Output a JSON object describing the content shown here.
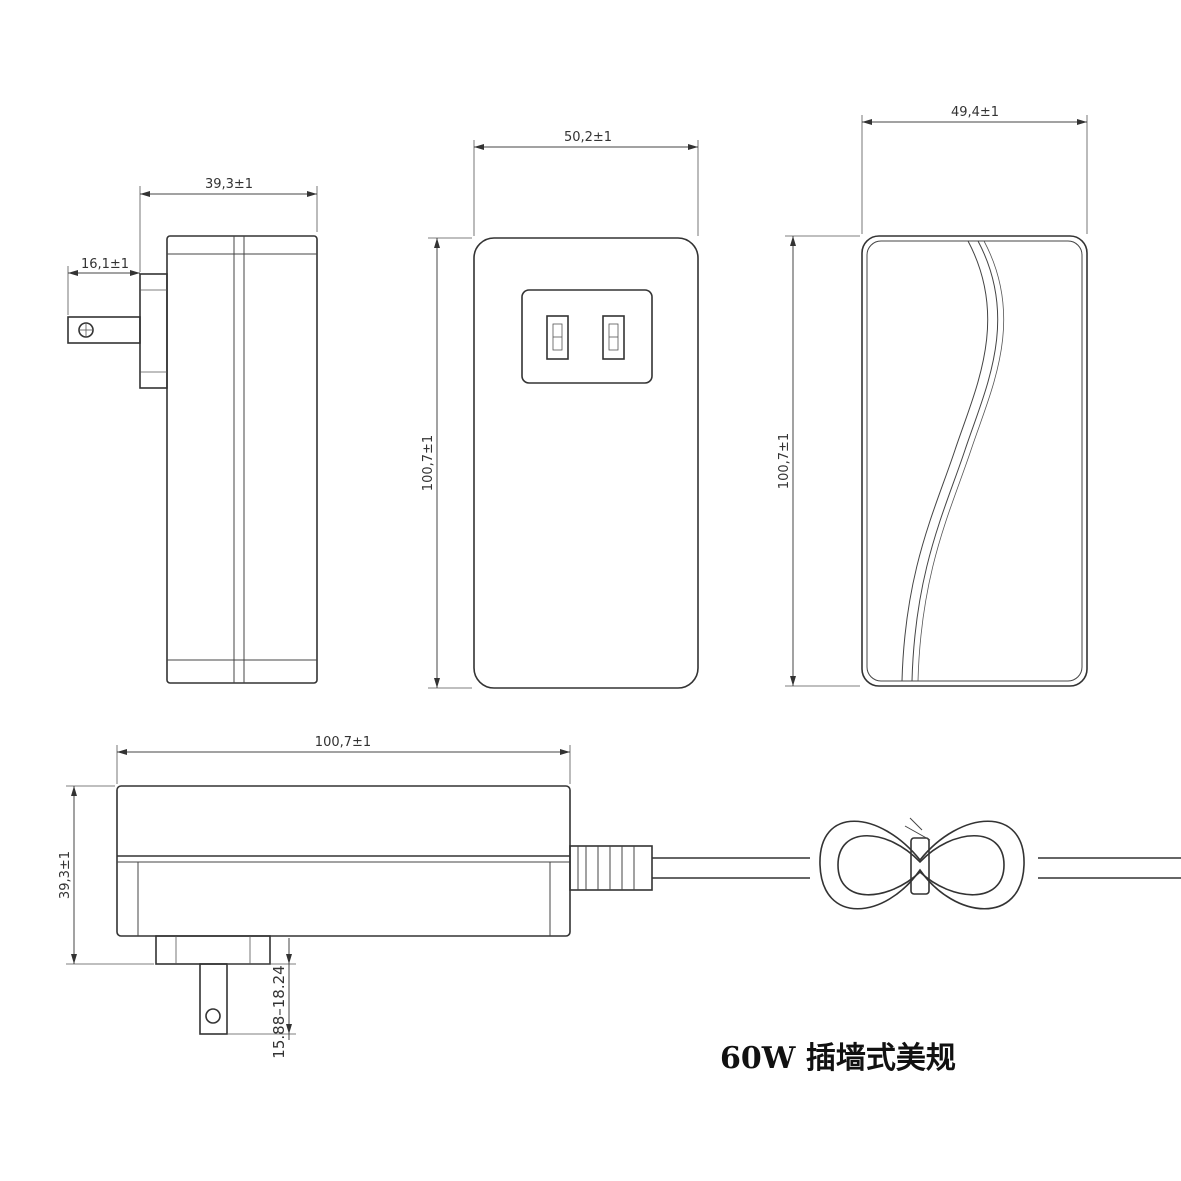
{
  "title": "60W 插墙式美规",
  "dimensions": {
    "side_width": "39,3±1",
    "prong_length": "16,1±1",
    "front_width": "50,2±1",
    "front_height": "100,7±1",
    "back_width": "49,4±1",
    "back_height": "100,7±1",
    "bottom_length": "100,7±1",
    "bottom_height": "39,3±1",
    "prong_spacing": "15.88–18.24"
  }
}
